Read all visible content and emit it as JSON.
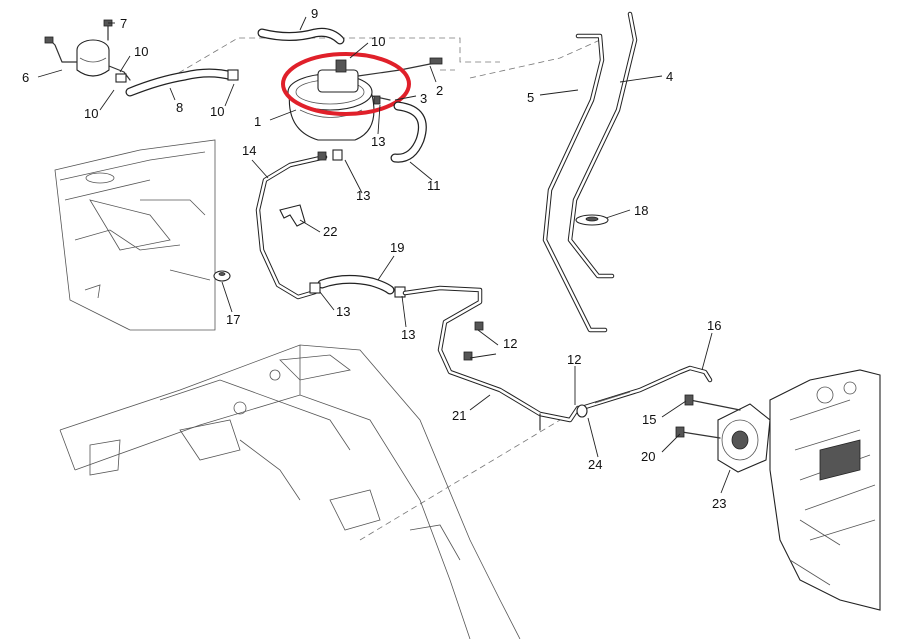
{
  "highlight": {
    "color": "#e0202a",
    "target_part": "1"
  },
  "callouts": [
    {
      "id": "c1",
      "label": "1"
    },
    {
      "id": "c2",
      "label": "2"
    },
    {
      "id": "c3",
      "label": "3"
    },
    {
      "id": "c4",
      "label": "4"
    },
    {
      "id": "c5",
      "label": "5"
    },
    {
      "id": "c6",
      "label": "6"
    },
    {
      "id": "c7",
      "label": "7"
    },
    {
      "id": "c8",
      "label": "8"
    },
    {
      "id": "c9",
      "label": "9"
    },
    {
      "id": "c10a",
      "label": "10"
    },
    {
      "id": "c10b",
      "label": "10"
    },
    {
      "id": "c10c",
      "label": "10"
    },
    {
      "id": "c10d",
      "label": "10"
    },
    {
      "id": "c11",
      "label": "11"
    },
    {
      "id": "c12a",
      "label": "12"
    },
    {
      "id": "c12b",
      "label": "12"
    },
    {
      "id": "c13a",
      "label": "13"
    },
    {
      "id": "c13b",
      "label": "13"
    },
    {
      "id": "c13c",
      "label": "13"
    },
    {
      "id": "c13d",
      "label": "13"
    },
    {
      "id": "c14",
      "label": "14"
    },
    {
      "id": "c15",
      "label": "15"
    },
    {
      "id": "c16",
      "label": "16"
    },
    {
      "id": "c17",
      "label": "17"
    },
    {
      "id": "c18",
      "label": "18"
    },
    {
      "id": "c19",
      "label": "19"
    },
    {
      "id": "c20",
      "label": "20"
    },
    {
      "id": "c21",
      "label": "21"
    },
    {
      "id": "c22",
      "label": "22"
    },
    {
      "id": "c23",
      "label": "23"
    },
    {
      "id": "c24",
      "label": "24"
    }
  ]
}
